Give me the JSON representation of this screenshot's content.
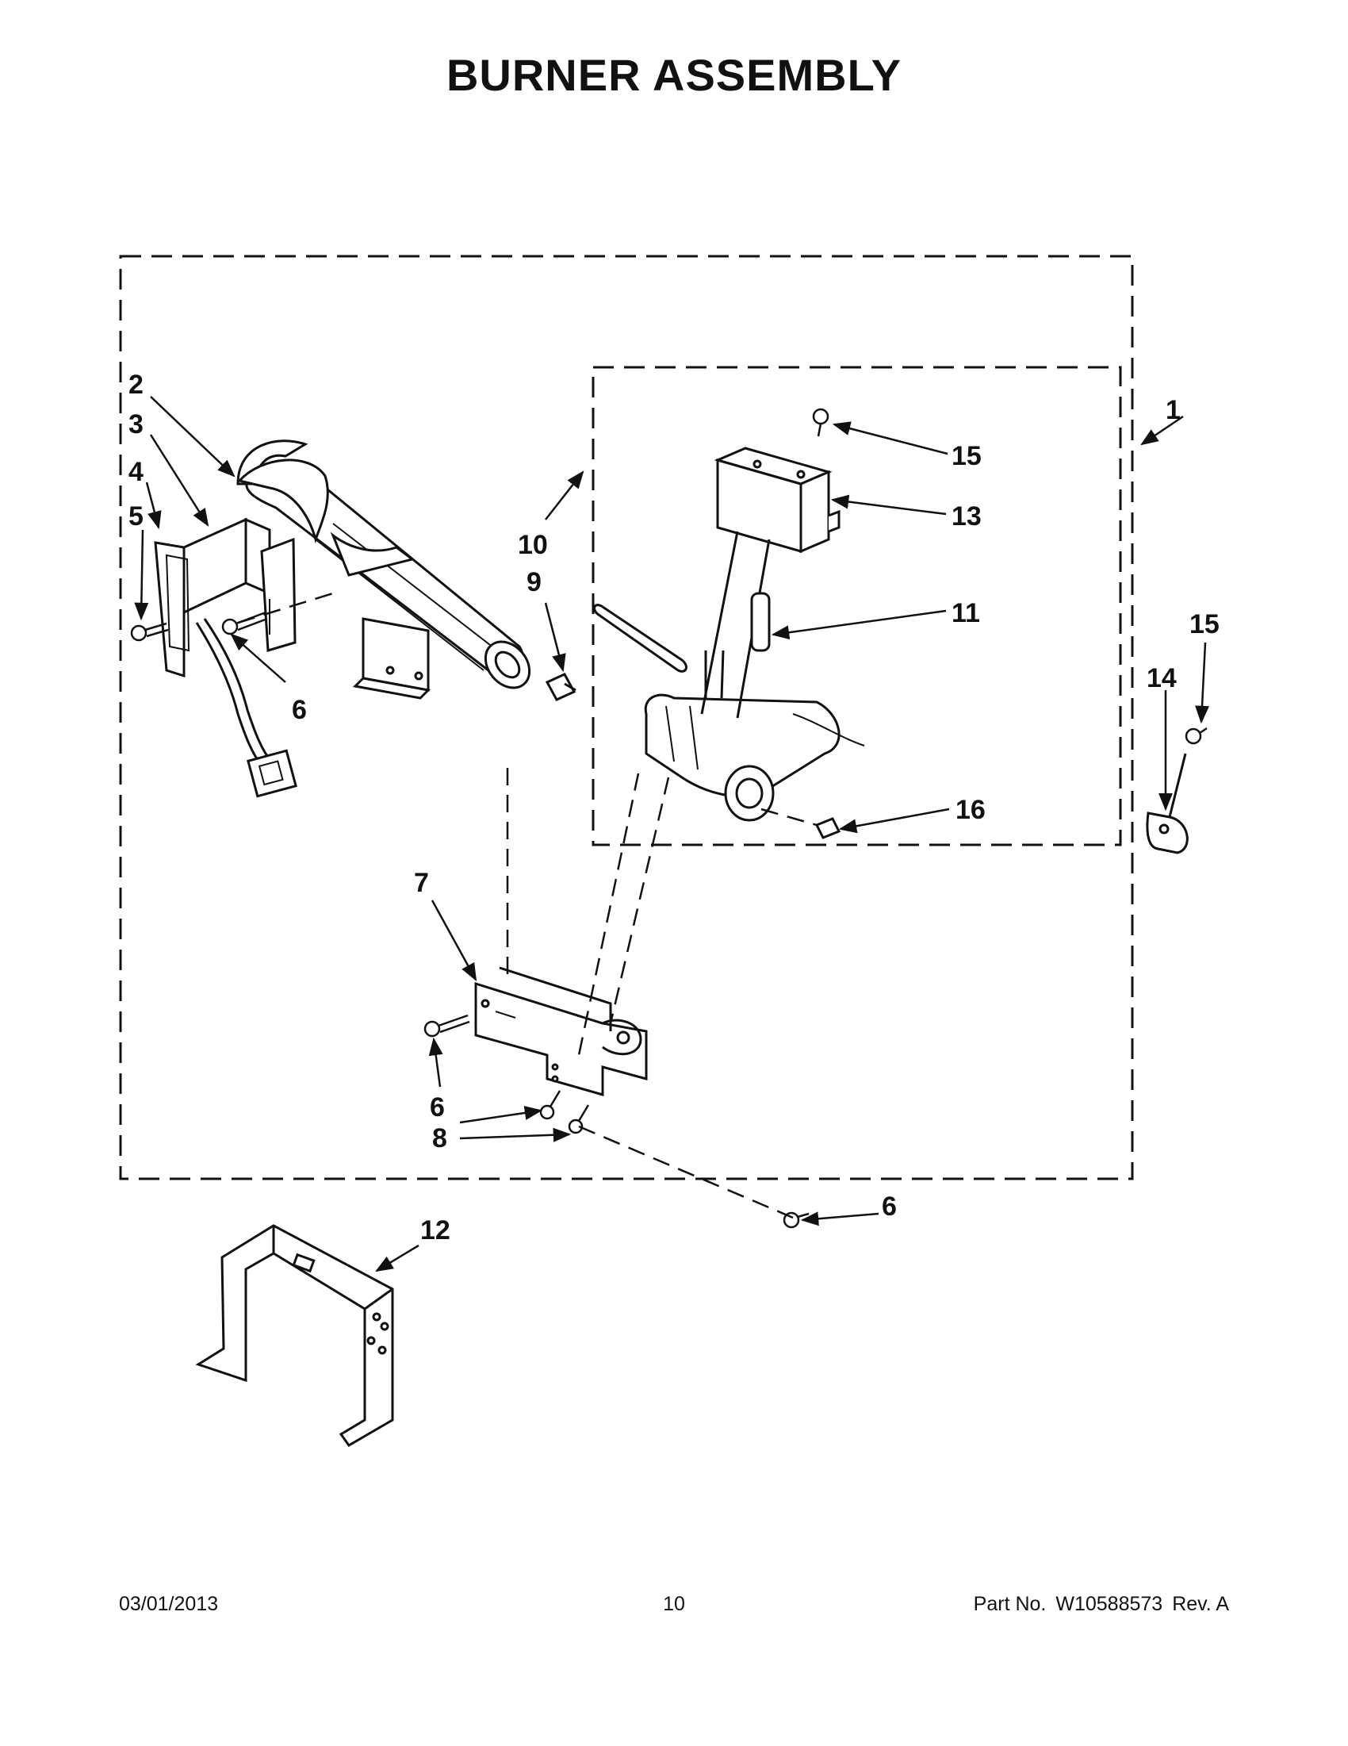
{
  "title": "BURNER ASSEMBLY",
  "callouts": [
    {
      "id": "c1",
      "label": "1"
    },
    {
      "id": "c2",
      "label": "2"
    },
    {
      "id": "c3",
      "label": "3"
    },
    {
      "id": "c4",
      "label": "4"
    },
    {
      "id": "c5",
      "label": "5"
    },
    {
      "id": "c6a",
      "label": "6"
    },
    {
      "id": "c6b",
      "label": "6"
    },
    {
      "id": "c6c",
      "label": "6"
    },
    {
      "id": "c7",
      "label": "7"
    },
    {
      "id": "c8",
      "label": "8"
    },
    {
      "id": "c9",
      "label": "9"
    },
    {
      "id": "c10",
      "label": "10"
    },
    {
      "id": "c11",
      "label": "11"
    },
    {
      "id": "c12",
      "label": "12"
    },
    {
      "id": "c13",
      "label": "13"
    },
    {
      "id": "c14",
      "label": "14"
    },
    {
      "id": "c15a",
      "label": "15"
    },
    {
      "id": "c15b",
      "label": "15"
    },
    {
      "id": "c16",
      "label": "16"
    }
  ],
  "footer": {
    "date": "03/01/2013",
    "page": "10",
    "part_label": "Part No.",
    "part_number": "W10588573",
    "revision": "Rev.  A"
  }
}
